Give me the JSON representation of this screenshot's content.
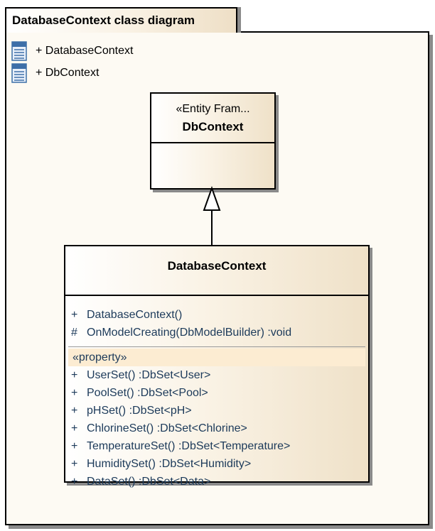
{
  "diagram": {
    "title": "DatabaseContext class diagram"
  },
  "element_list": [
    {
      "label": "+ DatabaseContext",
      "icon": "class-icon"
    },
    {
      "label": "+ DbContext",
      "icon": "class-icon"
    }
  ],
  "parent_class": {
    "stereotype": "«Entity Fram...",
    "name": "DbContext"
  },
  "child_class": {
    "name": "DatabaseContext",
    "operations": [
      {
        "visibility": "+",
        "signature": "DatabaseContext()"
      },
      {
        "visibility": "#",
        "signature": "OnModelCreating(DbModelBuilder)  :void"
      }
    ],
    "property_stereotype": "«property»",
    "properties": [
      {
        "visibility": "+",
        "signature": "UserSet()  :DbSet<User>"
      },
      {
        "visibility": "+",
        "signature": "PoolSet()  :DbSet<Pool>"
      },
      {
        "visibility": "+",
        "signature": "pHSet()  :DbSet<pH>"
      },
      {
        "visibility": "+",
        "signature": "ChlorineSet()  :DbSet<Chlorine>"
      },
      {
        "visibility": "+",
        "signature": "TemperatureSet()  :DbSet<Temperature>"
      },
      {
        "visibility": "+",
        "signature": "HumiditySet()  :DbSet<Humidity>"
      },
      {
        "visibility": "+",
        "signature": "DataSet()  :DbSet<Data>"
      }
    ]
  },
  "relationship": {
    "type": "generalization",
    "from": "DatabaseContext",
    "to": "DbContext"
  },
  "colors": {
    "member_text": "#1c3a5a",
    "property_band": "#fcecd2"
  }
}
